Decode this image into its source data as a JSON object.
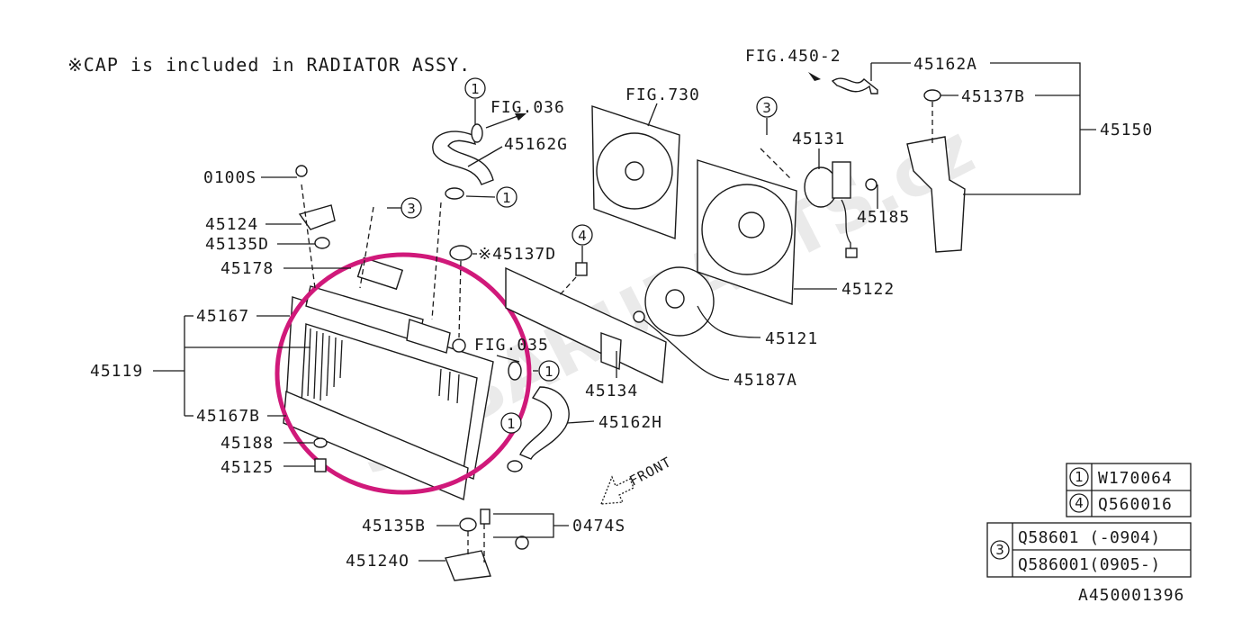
{
  "note": "※CAP is included in RADIATOR ASSY.",
  "watermark": "SUBARUPARTS.cz",
  "highlight_color": "#d0197a",
  "labels": {
    "fig036": "FIG.036",
    "p45162G": "45162G",
    "p0100S": "0100S",
    "p45124": "45124",
    "p45135D": "45135D",
    "p45178": "45178",
    "p45167": "45167",
    "p45119": "45119",
    "p45167B": "45167B",
    "p45188": "45188",
    "p45125": "45125",
    "p45135B": "45135B",
    "p45124O": "45124O",
    "p0474S": "0474S",
    "p45137D": "※45137D",
    "fig035": "FIG.035",
    "p45134": "45134",
    "p45162H": "45162H",
    "fig730": "FIG.730",
    "p45131": "45131",
    "p45185": "45185",
    "p45122": "45122",
    "p45121": "45121",
    "p45187A": "45187A",
    "fig450_2": "FIG.450-2",
    "p45162A": "45162A",
    "p45137B": "45137B",
    "p45150": "45150",
    "front": "FRONT"
  },
  "callouts": [
    "1",
    "1",
    "3",
    "4",
    "3",
    "1",
    "1"
  ],
  "legend": {
    "rows_a": [
      {
        "key": "1",
        "part": "W170064"
      },
      {
        "key": "4",
        "part": "Q560016"
      }
    ],
    "key_b": "3",
    "rows_b": [
      {
        "part": "Q58601 (-0904)"
      },
      {
        "part": "Q586001(0905-)"
      }
    ]
  },
  "diagram_id": "A450001396"
}
